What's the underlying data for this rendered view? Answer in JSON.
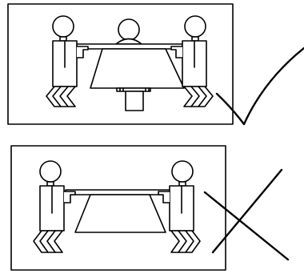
{
  "panels": [
    {
      "name": "correct-panel",
      "verdict": "correct",
      "verdict_icon": "check-mark-icon",
      "carrier_count": 3,
      "table_legs_visible": true
    },
    {
      "name": "incorrect-panel",
      "verdict": "incorrect",
      "verdict_icon": "x-mark-icon",
      "carrier_count": 2,
      "table_legs_visible": false
    }
  ],
  "colors": {
    "stroke": "#000000",
    "background": "#ffffff"
  }
}
